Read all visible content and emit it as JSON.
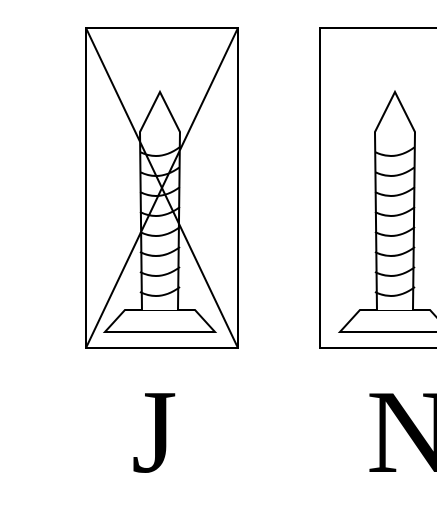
{
  "panels": [
    {
      "id": "left",
      "label": "J",
      "crossed_out": true
    },
    {
      "id": "right",
      "label": "N",
      "crossed_out": false
    }
  ],
  "colors": {
    "background": "#ffffff",
    "stroke": "#000000"
  },
  "icons": {
    "left": "screw-icon",
    "right": "screw-icon",
    "cross": "cross-out-icon"
  }
}
